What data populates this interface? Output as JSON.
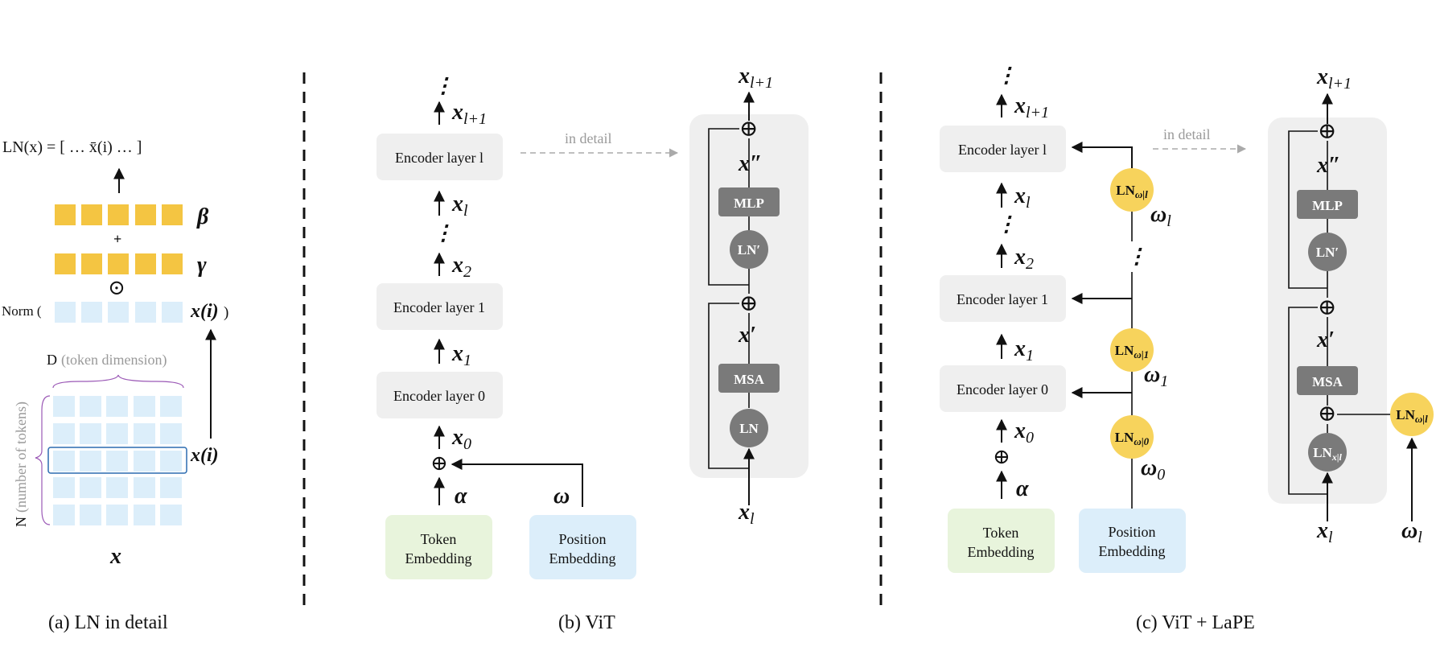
{
  "panel_a": {
    "ln_formula": "LN(x) = [ … x̄(i) … ]",
    "beta": "β",
    "gamma": "γ",
    "plus": "+",
    "odot": "⊙",
    "norm_open": "Norm (",
    "norm_close": ")",
    "x_i": "x(i)",
    "dim_label_D": "D",
    "dim_label_token": "(token dimension)",
    "n_label_N": "N",
    "n_label_tokens": "(number of tokens)",
    "x_label": "x",
    "caption": "(a) LN in detail"
  },
  "panel_b": {
    "dots": "⋮",
    "x_l1": "x",
    "x_l1_sub": "l+1",
    "encoder_l": "Encoder layer l",
    "x_l": "x",
    "x_l_sub": "l",
    "x_2_sub": "2",
    "encoder_1": "Encoder layer 1",
    "x_1_sub": "1",
    "encoder_0": "Encoder layer 0",
    "x_0_sub": "0",
    "oplus": "⊕",
    "alpha": "α",
    "omega": "ω",
    "token_embedding_1": "Token",
    "token_embedding_2": "Embedding",
    "position_embedding_1": "Position",
    "position_embedding_2": "Embedding",
    "in_detail": "in detail",
    "detail_mlp": "MLP",
    "detail_msa": "MSA",
    "detail_ln": "LN",
    "detail_ln_prime": "LN′",
    "detail_xl_pp": "x″",
    "detail_xl_p": "x′",
    "caption": "(b) ViT"
  },
  "panel_c": {
    "encoder_l": "Encoder layer l",
    "encoder_1": "Encoder layer 1",
    "encoder_0": "Encoder layer 0",
    "ln_omega": "LN",
    "omega_sub_l": "ω|l",
    "omega_sub_1": "ω|1",
    "omega_sub_0": "ω|0",
    "omega_l_sub": "l",
    "omega_1_sub": "1",
    "omega_0_sub": "0",
    "omega": "ω",
    "alpha": "α",
    "token_embedding_1": "Token",
    "token_embedding_2": "Embedding",
    "position_embedding_1": "Position",
    "position_embedding_2": "Embedding",
    "in_detail": "in detail",
    "detail_ln_x": "LN",
    "detail_ln_x_sub": "x|l",
    "caption": "(c) ViT + LaPE"
  },
  "colors": {
    "yellow": "#f4c542",
    "light_blue": "#dceefa",
    "light_green": "#e8f4dc",
    "gray_box": "#efefef",
    "dark_gray": "#7a7a7a",
    "circle_yellow": "#f7d35c"
  }
}
